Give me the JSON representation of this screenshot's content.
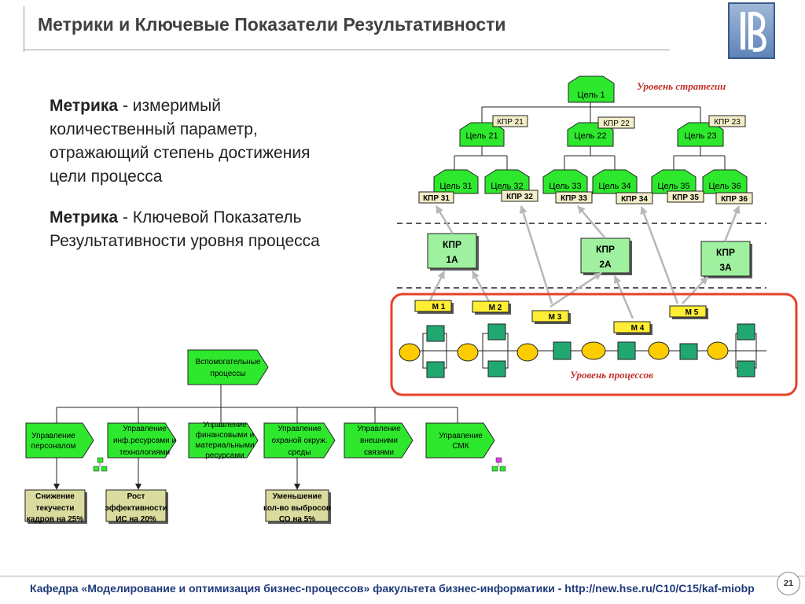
{
  "header": {
    "title": "Метрики и Ключевые Показатели Результативности"
  },
  "definitions": [
    {
      "term": "Метрика",
      "lines": [
        " - измеримый",
        "количественный параметр,",
        "отражающий степень достижения",
        "цели процесса"
      ]
    },
    {
      "term": "Метрика",
      "lines": [
        " - Ключевой Показатель",
        "Результативности уровня процесса"
      ]
    }
  ],
  "strategy": {
    "level_label": "Уровень стратегии",
    "goal1": "Цель 1",
    "goals2": [
      "Цель 21",
      "Цель 22",
      "Цель 23"
    ],
    "kpr2": [
      "КПР 21",
      "КПР 22",
      "КПР 23"
    ],
    "goals3": [
      "Цель 31",
      "Цель 32",
      "Цель 33",
      "Цель 34",
      "Цель 35",
      "Цель 36"
    ],
    "kpr3": [
      "КПР 31",
      "КПР 32",
      "КПР 33",
      "КПР 34",
      "КПР 35",
      "КПР 36"
    ]
  },
  "kpr_a": [
    {
      "line1": "КПР",
      "line2": "1А"
    },
    {
      "line1": "КПР",
      "line2": "2А"
    },
    {
      "line1": "КПР",
      "line2": "3А"
    }
  ],
  "metrics": [
    "М 1",
    "М 2",
    "М 3",
    "М 4",
    "М 5"
  ],
  "process": {
    "level_label": "Уровень процессов"
  },
  "org": {
    "root": [
      "Вспомогательные",
      "процессы"
    ],
    "children": [
      [
        "Управление",
        "персоналом"
      ],
      [
        "Управление",
        "инф.ресурсами и",
        "технологиями"
      ],
      [
        "Управление",
        "финансовыми и",
        "материальными",
        "ресурсами"
      ],
      [
        "Управление",
        "охраной окруж.",
        "среды"
      ],
      [
        "Управление",
        "внешними",
        "связями"
      ],
      [
        "Управление",
        "СМК"
      ]
    ],
    "results": [
      [
        "Снижение",
        "текучести",
        "кадров на 25%"
      ],
      [
        "Рост",
        "эффективности",
        "ИС на 20%"
      ],
      [
        "Уменьшение",
        "кол-во выбросов",
        "СО на 5%"
      ]
    ]
  },
  "colors": {
    "green": "#2ee82e",
    "green_dark": "#1a9a1a",
    "teal": "#21a870",
    "yellow": "#ffee33",
    "orange": "#ffcc00",
    "red": "#e8402a",
    "kpr_fill": "#f2eec8",
    "result_fill": "#d9dc9e"
  },
  "footer": {
    "text": "Кафедра «Моделирование и оптимизация бизнес-процессов» факультета бизнес-информатики - http://new.hse.ru/C10/C15/kaf-miobp"
  },
  "page_number": "21"
}
